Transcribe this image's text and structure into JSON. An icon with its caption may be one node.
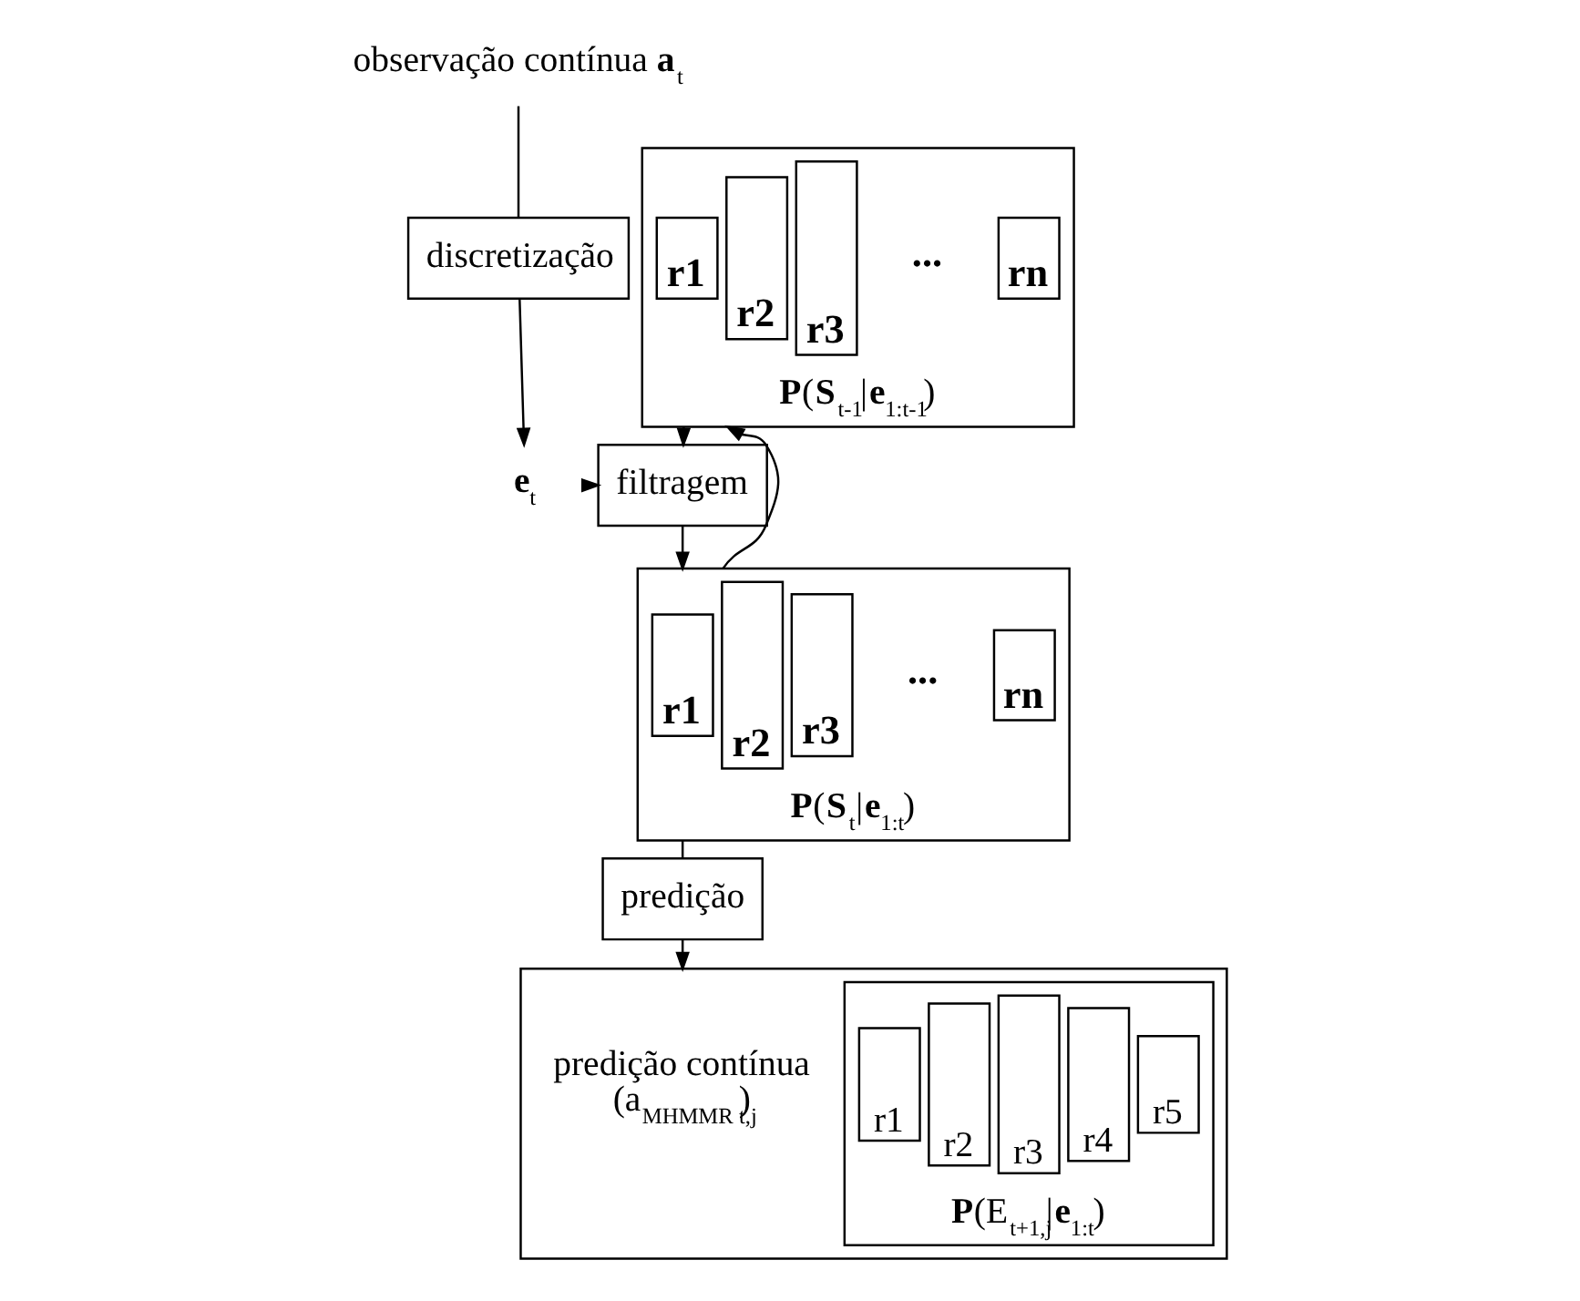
{
  "diagram": {
    "nodes": [
      {
        "text": [
          "observação contínua **a**$_{t}$"
        ]
      },
      {
        "text": [
          "discretização"
        ]
      },
      {
        "text": [
          "**e**$_{t}$"
        ]
      },
      {
        "text": [
          "filtragem"
        ]
      },
      {
        "text": [
          "**P**(**S**$_{t-1}$|**e**$_{1:t-1}$)"
        ]
      },
      {
        "text": [
          "r1"
        ],
        "in": 4
      },
      {
        "text": [
          "r2"
        ],
        "in": 4
      },
      {
        "text": [
          "r3"
        ],
        "in": 4
      },
      {
        "text": [
          "rn"
        ],
        "in": 4
      },
      {
        "text": [
          "**P**(**S**$_{t}$|**e**$_{1:t}$)"
        ]
      },
      {
        "text": [
          "r1"
        ],
        "in": 9
      },
      {
        "text": [
          "r2"
        ],
        "in": 9
      },
      {
        "text": [
          "r3"
        ],
        "in": 9
      },
      {
        "text": [
          "rn"
        ],
        "in": 9
      },
      {
        "text": [
          "predição"
        ]
      },
      {
        "text": [],
        "shape": "box"
      },
      {
        "text": [
          "predição contínua",
          "(a$_{MHMMR t,j}$)"
        ],
        "in": 15
      },
      {
        "text": [
          "**P**(E$_{t+1,j}$|**e**$_{1:t}$)"
        ],
        "in": 15
      },
      {
        "text": [
          "r1"
        ],
        "in": 17
      },
      {
        "text": [
          "r2"
        ],
        "in": 17
      },
      {
        "text": [
          "r3"
        ],
        "in": 17
      },
      {
        "text": [
          "r4"
        ],
        "in": 17
      },
      {
        "text": [
          "r5"
        ],
        "in": 17
      }
    ],
    "edges": [
      {
        "from": 0,
        "to": 1,
        "arrow": "none"
      },
      {
        "from": 1,
        "to": 2,
        "arrow": "to"
      },
      {
        "from": 2,
        "to": 3,
        "arrow": "to"
      },
      {
        "from": 4,
        "to": 3,
        "arrow": "to"
      },
      {
        "from": 3,
        "to": 9,
        "arrow": "to"
      },
      {
        "from": 9,
        "to": 4,
        "arrow": "to"
      },
      {
        "from": 9,
        "to": 14,
        "arrow": "none"
      },
      {
        "from": 14,
        "to": 15,
        "arrow": "to"
      }
    ],
    "labels": [
      "...",
      "..."
    ]
  }
}
